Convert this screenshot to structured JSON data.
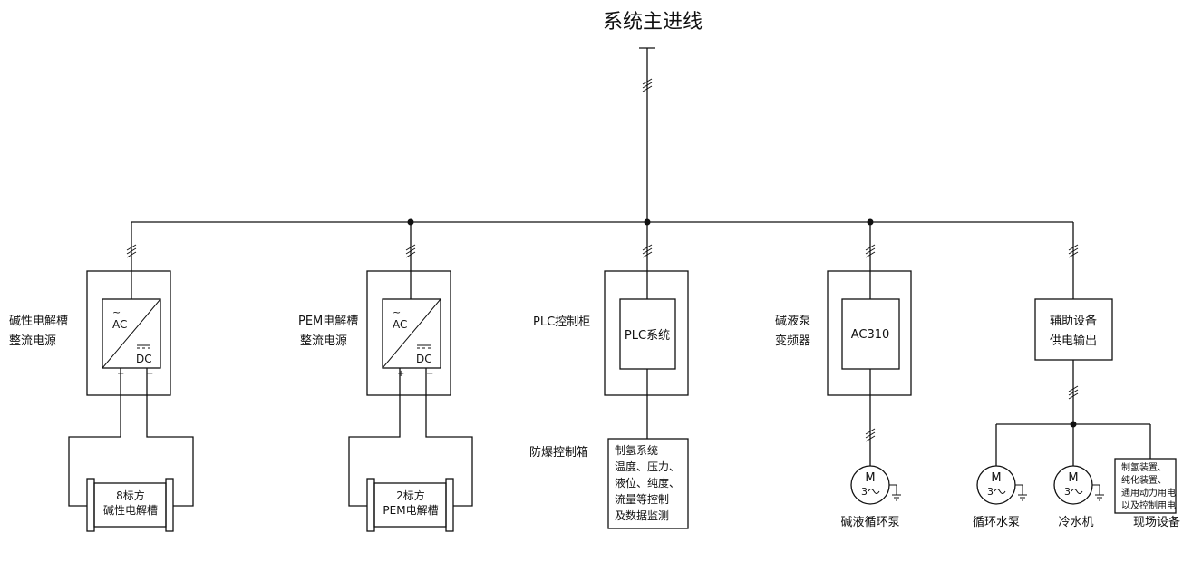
{
  "title": "系统主进线",
  "branches": {
    "alkaline": {
      "label_line1": "碱性电解槽",
      "label_line2": "整流电源",
      "ac": "AC",
      "dc": "DC",
      "plus": "+",
      "minus": "−",
      "tank_line1": "8标方",
      "tank_line2": "碱性电解槽"
    },
    "pem": {
      "label_line1": "PEM电解槽",
      "label_line2": "整流电源",
      "ac": "AC",
      "dc": "DC",
      "plus": "+",
      "minus": "−",
      "tank_line1": "2标方",
      "tank_line2": "PEM电解槽"
    },
    "plc": {
      "label": "PLC控制柜",
      "inner": "PLC系统",
      "box_label": "防爆控制箱",
      "box_lines": [
        "制氢系统",
        "温度、压力、",
        "液位、纯度、",
        "流量等控制",
        "及数据监测"
      ]
    },
    "vfd": {
      "label_line1": "碱液泵",
      "label_line2": "变频器",
      "inner": "AC310",
      "motor_letter": "M",
      "motor_phase": "3",
      "motor_label": "碱液循环泵"
    },
    "aux": {
      "label_line1": "辅助设备",
      "label_line2": "供电输出",
      "motors": [
        {
          "letter": "M",
          "phase": "3",
          "label": "循环水泵"
        },
        {
          "letter": "M",
          "phase": "3",
          "label": "冷水机"
        }
      ],
      "site_box_lines": [
        "制氢装置、",
        "纯化装置、",
        "通用动力用电",
        "以及控制用电"
      ],
      "site_label": "现场设备"
    }
  }
}
